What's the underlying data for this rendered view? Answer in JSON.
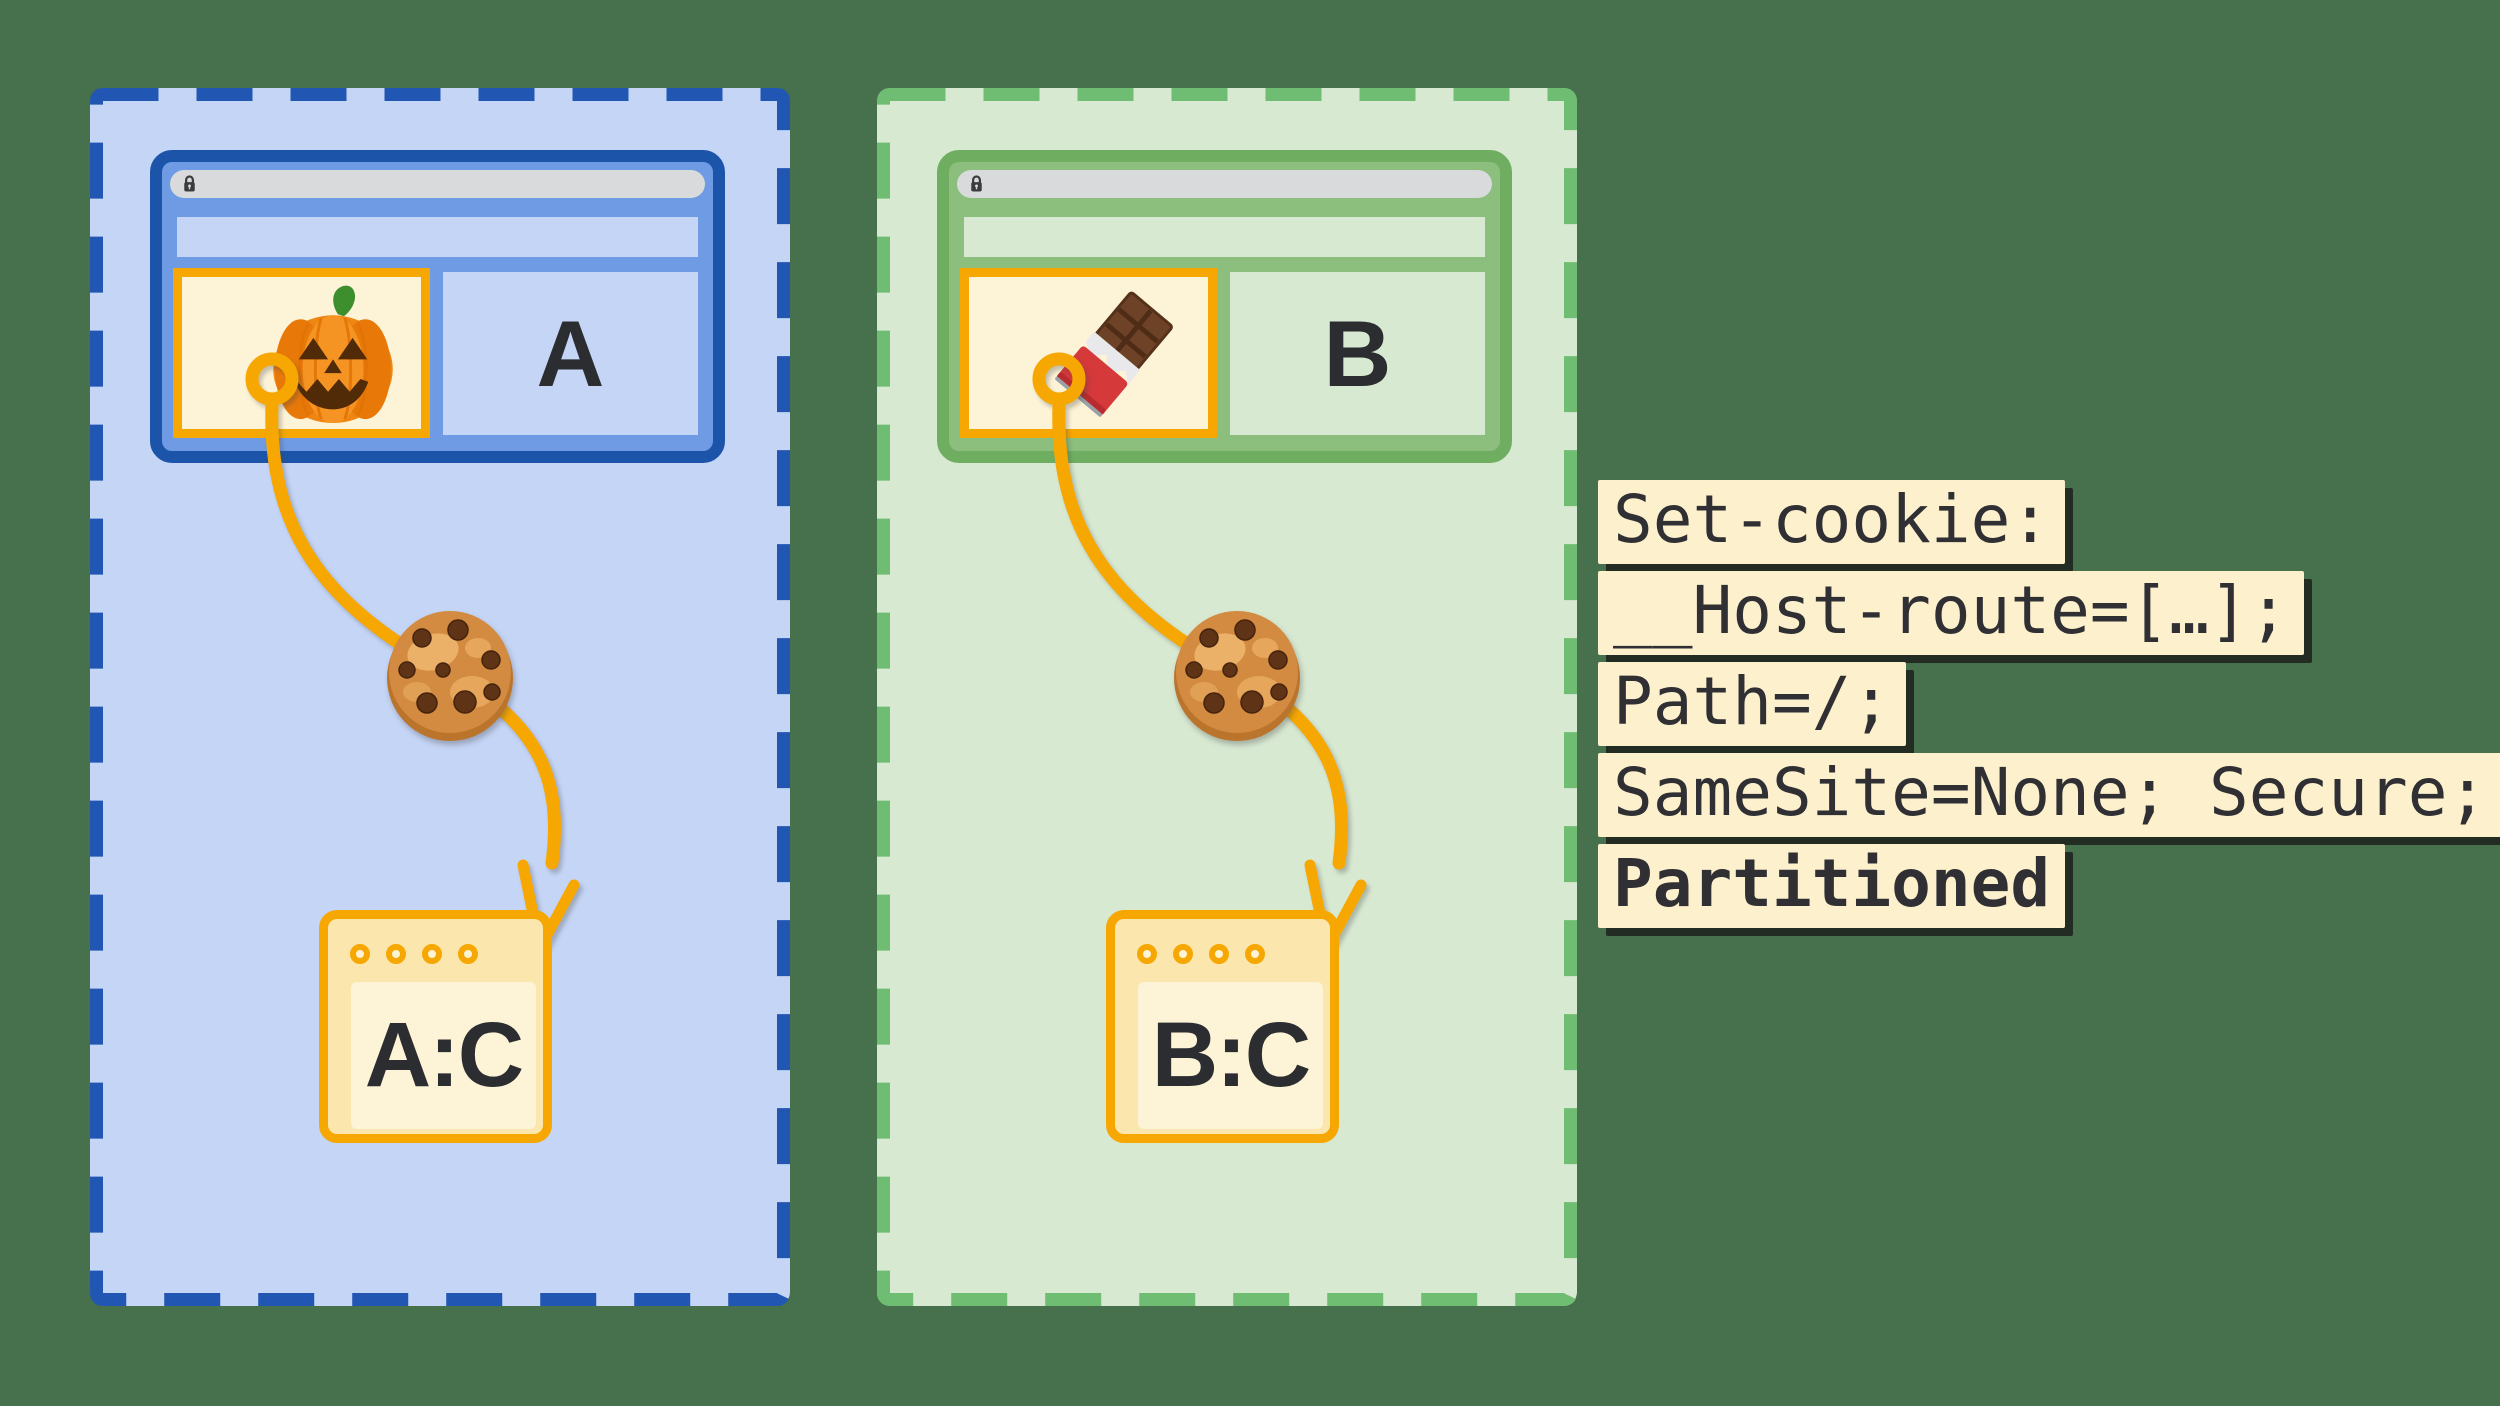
{
  "figure": {
    "partitions": [
      {
        "site_label": "A",
        "storage_label": "A:C",
        "iframe_icon": "pumpkin-icon",
        "cookie_icon": "cookie-icon",
        "theme": {
          "dash": "#2156b2",
          "panel": "#c5d5f6",
          "window_border": "#1b54a8",
          "window_fill": "#6f9ae4"
        }
      },
      {
        "site_label": "B",
        "storage_label": "B:C",
        "iframe_icon": "chocolate-icon",
        "cookie_icon": "cookie-icon",
        "theme": {
          "dash": "#6fbd72",
          "panel": "#d8e9d2",
          "window_border": "#6fae61",
          "window_fill": "#8cbe7d"
        }
      }
    ],
    "code_block": {
      "lines": [
        {
          "text": "Set-cookie:",
          "bold": false
        },
        {
          "text": "__Host-route=[…];",
          "bold": false
        },
        {
          "text": "Path=/;",
          "bold": false
        },
        {
          "text": "SameSite=None; Secure;",
          "bold": false
        },
        {
          "text": "Partitioned",
          "bold": true
        }
      ]
    },
    "colors": {
      "background": "#47704d",
      "accent_orange": "#f7a702",
      "cream": "#fdf3d6",
      "storage_header": "#fbe7ae",
      "address_bar": "#d9dadb",
      "letter": "#2b2d30",
      "code_highlight": "#fcf0cd",
      "code_text": "#303034",
      "code_shadow": "rgba(25,28,24,0.8)"
    },
    "icons": [
      "lock-icon",
      "pumpkin-icon",
      "chocolate-icon",
      "cookie-icon",
      "ring-icon",
      "arrowhead-icon"
    ]
  }
}
